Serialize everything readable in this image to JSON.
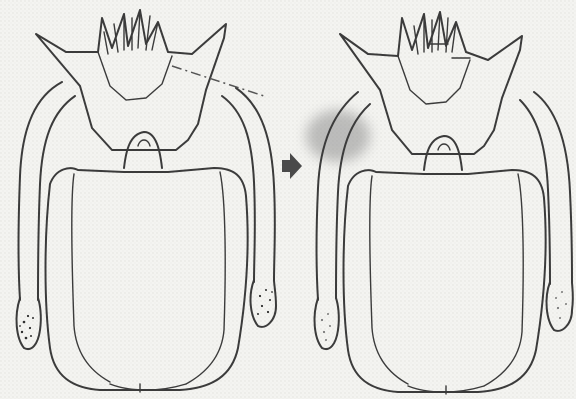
{
  "figure": {
    "panels": [
      {
        "id": "before",
        "illustration": "cuttlefish-line-drawing"
      },
      {
        "id": "after",
        "illustration": "cuttlefish-line-drawing"
      }
    ],
    "arrow": {
      "direction": "right",
      "color": "#4a4a4a"
    },
    "highlight_color": "#8f8f8f",
    "ink_color": "#3b3b3b",
    "paper_color": "#f2f2ef"
  }
}
